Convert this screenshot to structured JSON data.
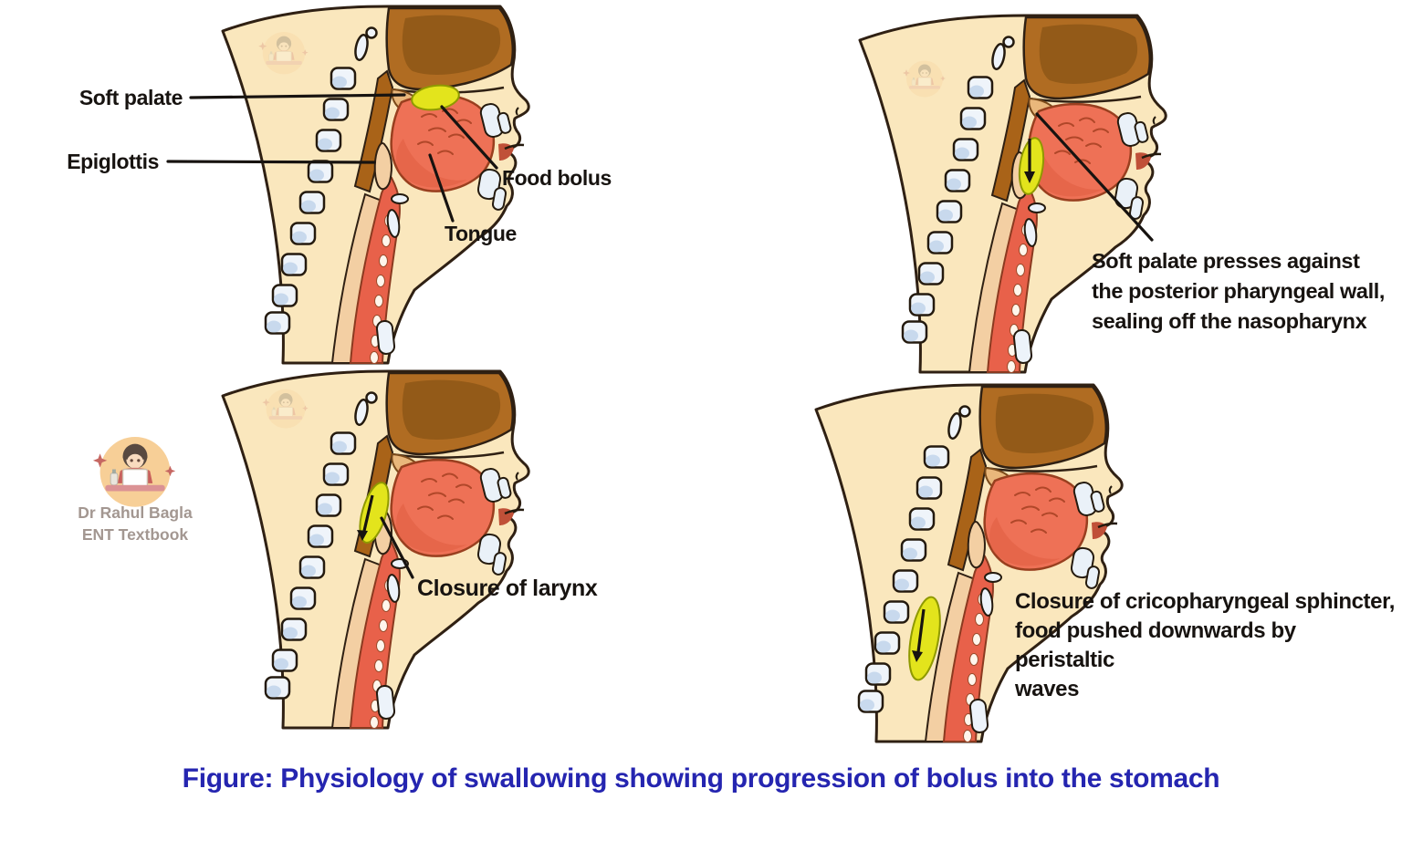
{
  "figure_caption": {
    "text": "Figure: Physiology of swallowing showing progression of bolus into the stomach",
    "color": "#2525B0"
  },
  "watermark": {
    "author": "Dr Rahul Bagla",
    "book": "ENT Textbook"
  },
  "panels": {
    "stage1": {
      "labels": {
        "soft_palate": "Soft palate",
        "epiglottis": "Epiglottis",
        "food_bolus": "Food bolus",
        "tongue": "Tongue"
      }
    },
    "stage2": {
      "annotation_lines": [
        "Soft palate presses against",
        "the posterior pharyngeal wall,",
        "sealing off the nasopharynx"
      ]
    },
    "stage3": {
      "annotation_lines": [
        "Closure of larynx"
      ]
    },
    "stage4": {
      "annotation_lines": [
        "Closure of cricopharyngeal sphincter,",
        "food pushed downwards by peristaltic",
        "waves"
      ]
    }
  },
  "colors": {
    "skin": "#FAE7BD",
    "outline": "#2F2013",
    "skull_brown": "#B06C22",
    "skull_brown_dark": "#935A18",
    "muscle_red": "#EE7156",
    "throat_red": "#E8614A",
    "esophagus_tan": "#F3CFA3",
    "bone_white": "#EFF4FA",
    "bone_shade": "#C2D5EB",
    "bolus_yellow": "#E3E41C",
    "label_black": "#171310",
    "caption_blue": "#2525B0",
    "watermark_gray": "#A39791",
    "logo_circle": "#F7CB8F"
  }
}
